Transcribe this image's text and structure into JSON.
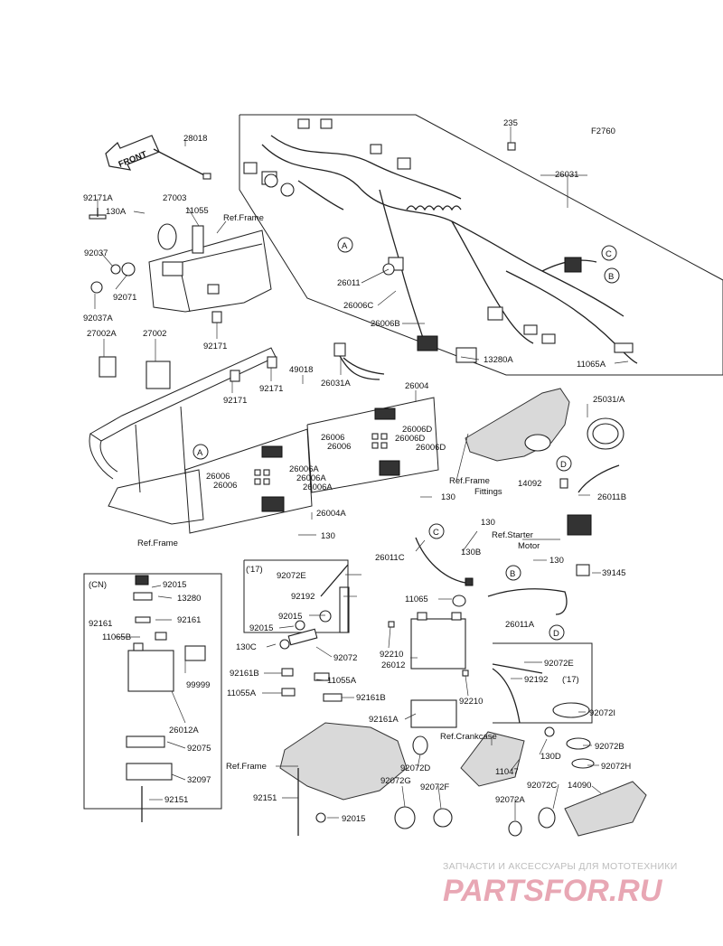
{
  "figure_code": "F2760",
  "front_arrow": "FRONT",
  "callouts": [
    "A",
    "B",
    "C",
    "D"
  ],
  "labels": {
    "p235": "235",
    "p26031": "26031",
    "p28018": "28018",
    "p92171A": "92171A",
    "p27003": "27003",
    "p130A_1": "130A",
    "p11055": "11055",
    "ref_frame_1": "Ref.Frame",
    "p92037": "92037",
    "p92071": "92071",
    "p92037A": "92037A",
    "p27002A": "27002A",
    "p27002": "27002",
    "p92171_1": "92171",
    "p92171_2": "92171",
    "p92171_3": "92171",
    "p49018": "49018",
    "p26031A": "26031A",
    "p26011": "26011",
    "p26006C": "26006C",
    "p26006B": "26006B",
    "p13280A": "13280A",
    "p11065A": "11065A",
    "p26004": "26004",
    "p26006D_1": "26006D",
    "p26006D_2": "26006D",
    "p26006D_3": "26006D",
    "p26006_1": "26006",
    "p26006_2": "26006",
    "p26006_3": "26006",
    "p26006_4": "26006",
    "p26006A_1": "26006A",
    "p26006A_2": "26006A",
    "p26006A_3": "26006A",
    "p26004A": "26004A",
    "p130_1": "130",
    "p130_2": "130",
    "p130_3": "130",
    "p130_4": "130",
    "ref_frame_fittings_1": "Ref.Frame",
    "ref_frame_fittings_2": "Fittings",
    "p25031A": "25031/A",
    "p14092": "14092",
    "p26011B": "26011B",
    "ref_starter_1": "Ref.Starter",
    "ref_starter_2": "Motor",
    "ref_frame_2": "Ref.Frame",
    "p26011C": "26011C",
    "p130B": "130B",
    "p39145": "39145",
    "y17_1": "('17)",
    "p92072E_1": "92072E",
    "p92192_1": "92192",
    "p11065": "11065",
    "p26011A": "26011A",
    "cn": "(CN)",
    "p92015_1": "92015",
    "p13280": "13280",
    "p92161_1": "92161",
    "p92161_2": "92161",
    "p11065B": "11065B",
    "p99999": "99999",
    "p26012A": "26012A",
    "p92075": "92075",
    "p32097": "32097",
    "p92151_1": "92151",
    "p92015_2": "92015",
    "p92015_3": "92015",
    "p130C": "130C",
    "p92072": "92072",
    "p92161B_1": "92161B",
    "p11055A_1": "11055A",
    "p11055A_2": "11055A",
    "p92161B_2": "92161B",
    "p92210_1": "92210",
    "p26012": "26012",
    "p92210_2": "92210",
    "p92072E_2": "92072E",
    "p92192_2": "92192",
    "y17_2": "('17)",
    "p92161A": "92161A",
    "ref_crankcase": "Ref.Crankcase",
    "p92072I": "92072I",
    "p92072B": "92072B",
    "p92072H": "92072H",
    "p130D": "130D",
    "p11047": "11047",
    "p92072C": "92072C",
    "p14090": "14090",
    "p92072D": "92072D",
    "p92072G": "92072G",
    "p92072F": "92072F",
    "p92072A": "92072A",
    "ref_frame_3": "Ref.Frame",
    "p92151_2": "92151",
    "p92015_4": "92015"
  },
  "watermark": {
    "top_text": "ЗАПЧАСТИ И АКСЕССУАРЫ ДЛЯ МОТОТЕХНИКИ",
    "logo_text": "PARTSFOR.RU"
  }
}
